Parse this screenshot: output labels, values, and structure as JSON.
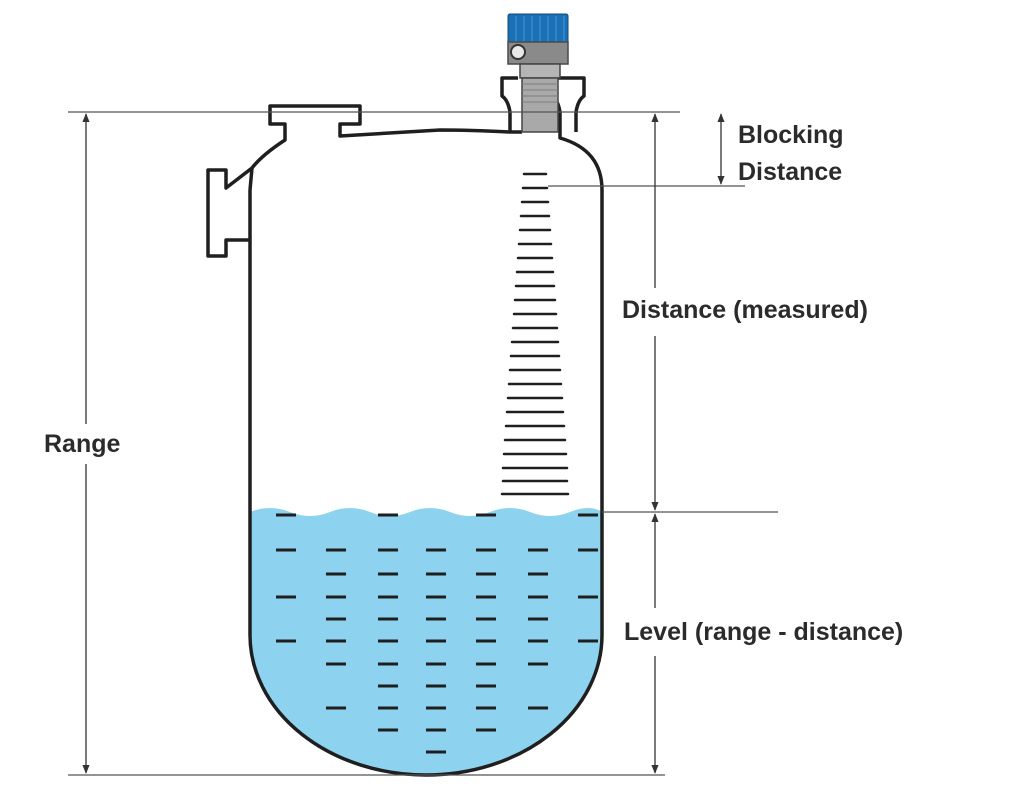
{
  "labels": {
    "range": "Range",
    "blocking_line1": "Blocking",
    "blocking_line2": "Distance",
    "distance": "Distance (measured)",
    "level": "Level (range - distance)"
  },
  "colors": {
    "liquid": "#8dd3ef",
    "outline": "#1f1f1f",
    "sensor_cap": "#1c6fb3",
    "sensor_body": "#a9a9a9",
    "dimension_line": "#333333",
    "label_text": "#2b2b2b"
  },
  "icons": {
    "sensor": "ultrasonic-level-sensor",
    "tank": "vessel-with-flanges",
    "wave": "ultrasonic-wave-pulse"
  }
}
